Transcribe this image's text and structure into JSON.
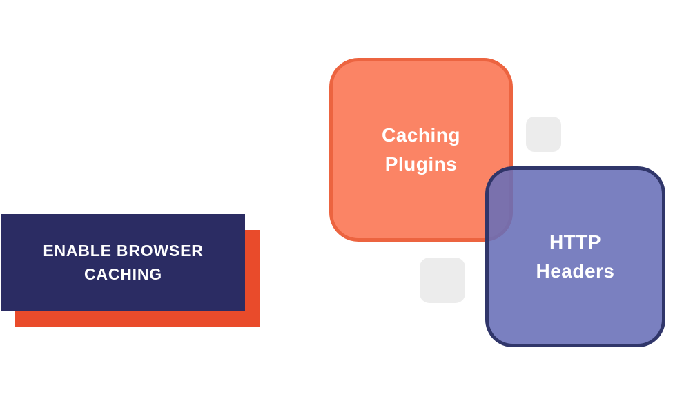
{
  "page": {
    "background_color": "#ffffff"
  },
  "title_card": {
    "label": "ENABLE BROWSER CACHING",
    "lines": [
      "ENABLE BROWSER",
      "CACHING"
    ],
    "bg_color": "#2b2c63",
    "shadow_color": "#e94b2b",
    "text_color": "#ffffff"
  },
  "cards": [
    {
      "id": "caching-plugins",
      "label": "Caching Plugins",
      "lines": [
        "Caching",
        "Plugins"
      ],
      "fill_color": "#fb8465",
      "border_color": "#ec6440",
      "text_color": "#ffffff"
    },
    {
      "id": "http-headers",
      "label": "HTTP Headers",
      "lines": [
        "HTTP",
        "Headers"
      ],
      "fill_color": "rgba(104,110,183,0.88)",
      "fill_hex_over_white": "#7a7fc0",
      "border_color": "rgba(43,48,100,0.93)",
      "text_color": "#ffffff"
    }
  ],
  "decor_squares": [
    {
      "id": "decor-square-top-right",
      "color": "#ececec"
    },
    {
      "id": "decor-square-bottom-middle",
      "color": "#ececec"
    }
  ]
}
